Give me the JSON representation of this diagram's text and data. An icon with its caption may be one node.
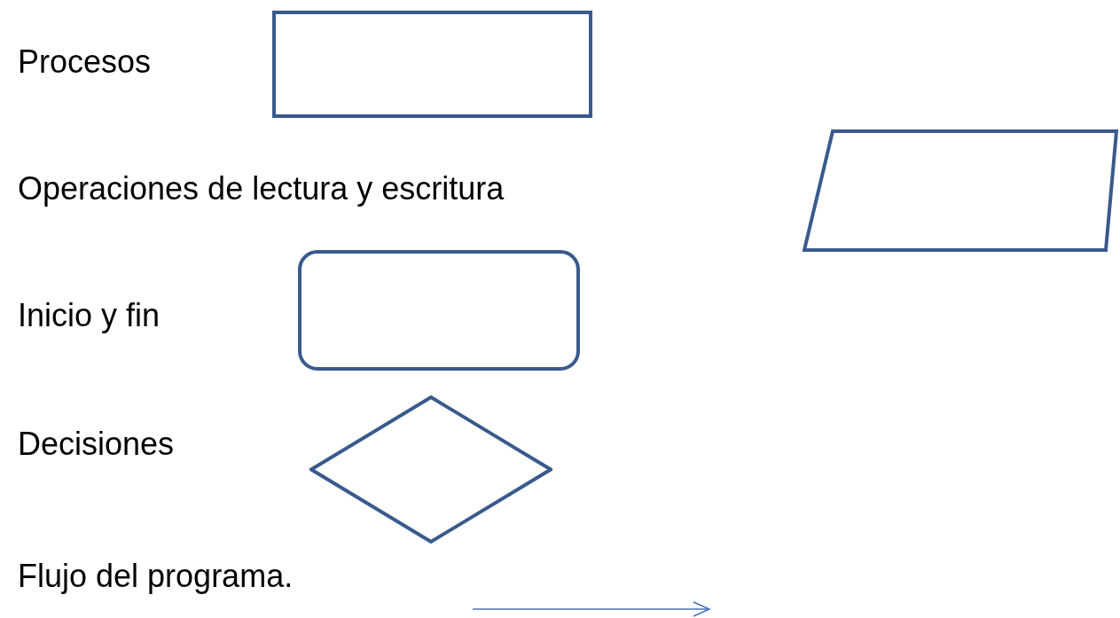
{
  "diagram": {
    "nodes": [
      {
        "text": [],
        "shape": "box"
      },
      {
        "text": [],
        "shape": "parallelogram"
      },
      {
        "text": [],
        "shape": "rounded"
      },
      {
        "text": [],
        "shape": "diamond"
      }
    ],
    "labels": [
      "Procesos",
      "Operaciones de lectura y escritura",
      "Inicio y fin",
      "Decisiones",
      "Flujo del programa."
    ]
  }
}
